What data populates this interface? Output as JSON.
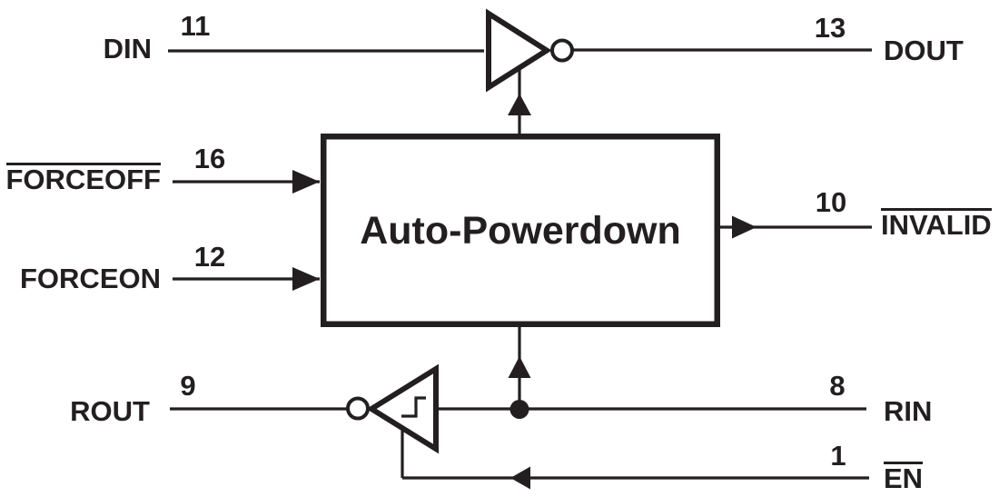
{
  "block": {
    "label": "Auto-Powerdown"
  },
  "signals": {
    "din": {
      "label": "DIN",
      "pin": "11"
    },
    "dout": {
      "label": "DOUT",
      "pin": "13"
    },
    "forceoff": {
      "label": "FORCEOFF",
      "pin": "16",
      "active_low": true
    },
    "forceon": {
      "label": "FORCEON",
      "pin": "12",
      "active_low": false
    },
    "invalid": {
      "label": "INVALID",
      "pin": "10",
      "active_low": true
    },
    "rout": {
      "label": "ROUT",
      "pin": "9",
      "active_low": false
    },
    "rin": {
      "label": "RIN",
      "pin": "8",
      "active_low": false
    },
    "en": {
      "label": "EN",
      "pin": "1",
      "active_low": true
    }
  },
  "colors": {
    "ink": "#231f20",
    "background": "#ffffff"
  }
}
